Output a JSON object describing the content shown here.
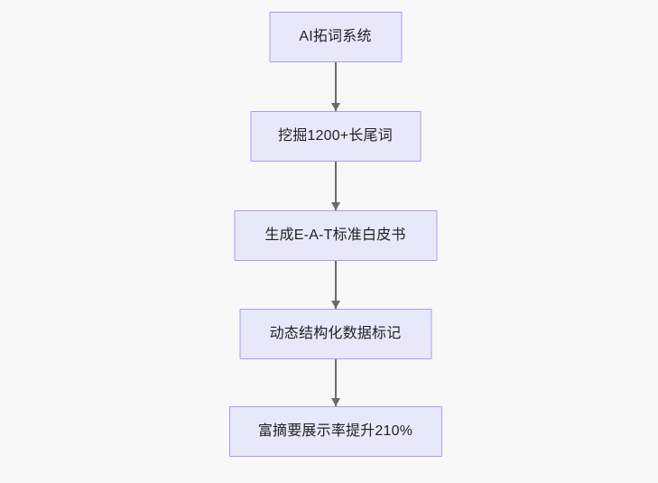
{
  "diagram": {
    "type": "flowchart",
    "direction": "top-to-bottom",
    "background_color": "#f8f8f8",
    "node_fill_color": "#e8e8fb",
    "node_border_color": "#b09aea",
    "node_text_color": "#1f2020",
    "edge_color": "#6b6b6b",
    "nodes": [
      {
        "id": "n1",
        "label": "AI拓词系统"
      },
      {
        "id": "n2",
        "label": "挖掘1200+长尾词"
      },
      {
        "id": "n3",
        "label": "生成E-A-T标准白皮书"
      },
      {
        "id": "n4",
        "label": "动态结构化数据标记"
      },
      {
        "id": "n5",
        "label": "富摘要展示率提升210%"
      }
    ],
    "edges": [
      {
        "from": "n1",
        "to": "n2"
      },
      {
        "from": "n2",
        "to": "n3"
      },
      {
        "from": "n3",
        "to": "n4"
      },
      {
        "from": "n4",
        "to": "n5"
      }
    ]
  }
}
